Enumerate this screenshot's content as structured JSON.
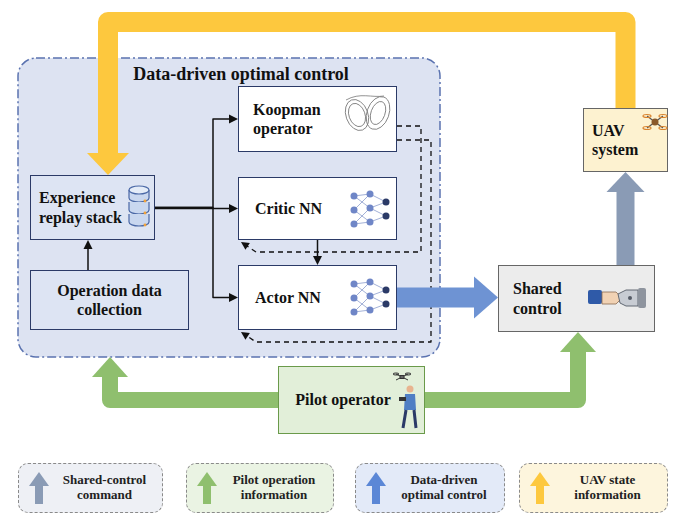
{
  "diagram": {
    "nodes": [
      {
        "text": [
          "Data-driven optimal control"
        ]
      },
      {
        "text": [
          "Experience replay stack"
        ],
        "in": 0
      },
      {
        "text": [
          "Operation data collection"
        ],
        "in": 0
      },
      {
        "text": [
          "Koopman operator"
        ],
        "in": 0
      },
      {
        "text": [
          "Critic NN"
        ],
        "in": 0
      },
      {
        "text": [
          "Actor NN"
        ],
        "in": 0
      },
      {
        "text": [
          "UAV system"
        ]
      },
      {
        "text": [
          "Shared control"
        ]
      },
      {
        "text": [
          "Pilot operator"
        ]
      }
    ],
    "edges": [
      {
        "from": 6,
        "to": 1,
        "arrow": "to"
      },
      {
        "from": 2,
        "to": 1,
        "arrow": "to"
      },
      {
        "from": 1,
        "to": 3,
        "arrow": "to"
      },
      {
        "from": 1,
        "to": 4,
        "arrow": "to"
      },
      {
        "from": 1,
        "to": 5,
        "arrow": "to"
      },
      {
        "from": 4,
        "to": 5,
        "arrow": "to"
      },
      {
        "from": 3,
        "to": 4,
        "arrow": "to"
      },
      {
        "from": 3,
        "to": 5,
        "arrow": "to"
      },
      {
        "from": 5,
        "to": 7,
        "arrow": "to"
      },
      {
        "from": 7,
        "to": 6,
        "arrow": "to"
      },
      {
        "from": 8,
        "to": 0,
        "arrow": "to"
      },
      {
        "from": 8,
        "to": 7,
        "arrow": "to"
      }
    ],
    "legend": [
      {
        "text": "Shared-control command"
      },
      {
        "text": "Pilot operation information"
      },
      {
        "text": "Data-driven optimal control"
      },
      {
        "text": "UAV state information"
      }
    ]
  }
}
